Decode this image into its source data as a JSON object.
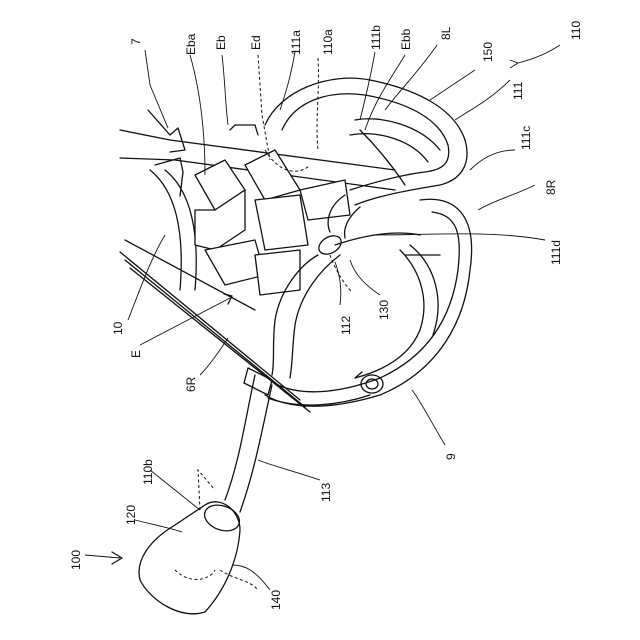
{
  "labels": {
    "l7": "7",
    "lEba": "Eba",
    "lEb": "Eb",
    "lEd": "Ed",
    "l111a": "111a",
    "l110a": "110a",
    "l111b": "111b",
    "lEbb": "Ebb",
    "l8L": "8L",
    "l150": "150",
    "l110": "110",
    "l111": "111",
    "l111c": "111c",
    "l8R": "8R",
    "l111d": "111d",
    "l130": "130",
    "l112": "112",
    "l10": "10",
    "lE": "E",
    "l6R": "6R",
    "l9": "9",
    "l113": "113",
    "l110b": "110b",
    "l120": "120",
    "l100": "100",
    "l140": "140"
  }
}
